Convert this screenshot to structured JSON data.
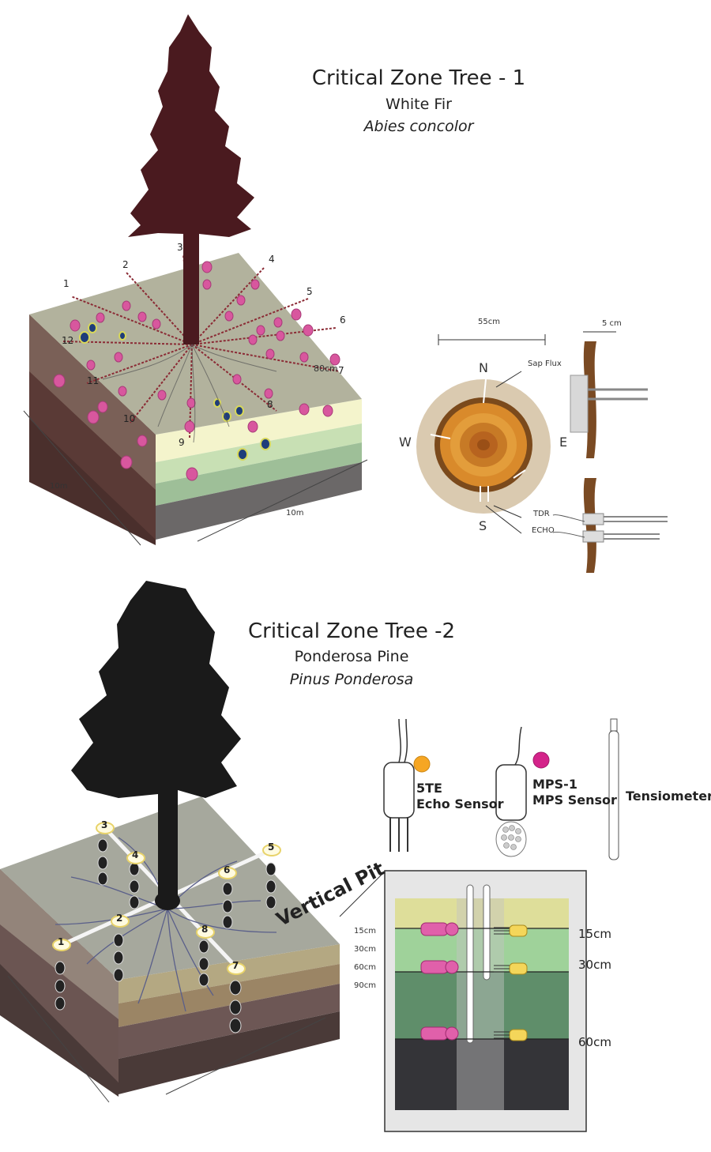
{
  "tree1": {
    "title": "Critical Zone Tree - 1",
    "common_name": "White Fir",
    "latin_name": "Abies concolor",
    "transect_labels": [
      "1",
      "2",
      "3",
      "4",
      "5",
      "6",
      "7",
      "8",
      "9",
      "10",
      "11",
      "12"
    ],
    "spacing_label": "80cm",
    "width_label_left": "10m",
    "width_label_right": "10m"
  },
  "crosssection": {
    "diameter_label": "55cm",
    "depth_label": "5 cm",
    "north": "N",
    "south": "S",
    "east": "E",
    "west": "W",
    "sap_flux_label": "Sap Flux",
    "tdr_label": "TDR",
    "echo_label": "ECHO"
  },
  "tree2": {
    "title": "Critical Zone Tree -2",
    "common_name": "Ponderosa Pine",
    "latin_name": "Pinus Ponderosa",
    "station_labels": [
      "1",
      "2",
      "3",
      "4",
      "5",
      "6",
      "7",
      "8"
    ],
    "pit_label": "Vertical Pit",
    "side_depths": [
      "15cm",
      "30cm",
      "60cm",
      "90cm"
    ]
  },
  "legend": {
    "echo_name": "5TE",
    "echo_desc": "Echo Sensor",
    "mps_name": "MPS-1",
    "mps_desc": "MPS Sensor",
    "tensiometer": "Tensiometer",
    "echo_color": "#f6a623",
    "mps_color": "#d4238a"
  },
  "pit": {
    "depths": [
      "15cm",
      "30cm",
      "60cm"
    ]
  }
}
